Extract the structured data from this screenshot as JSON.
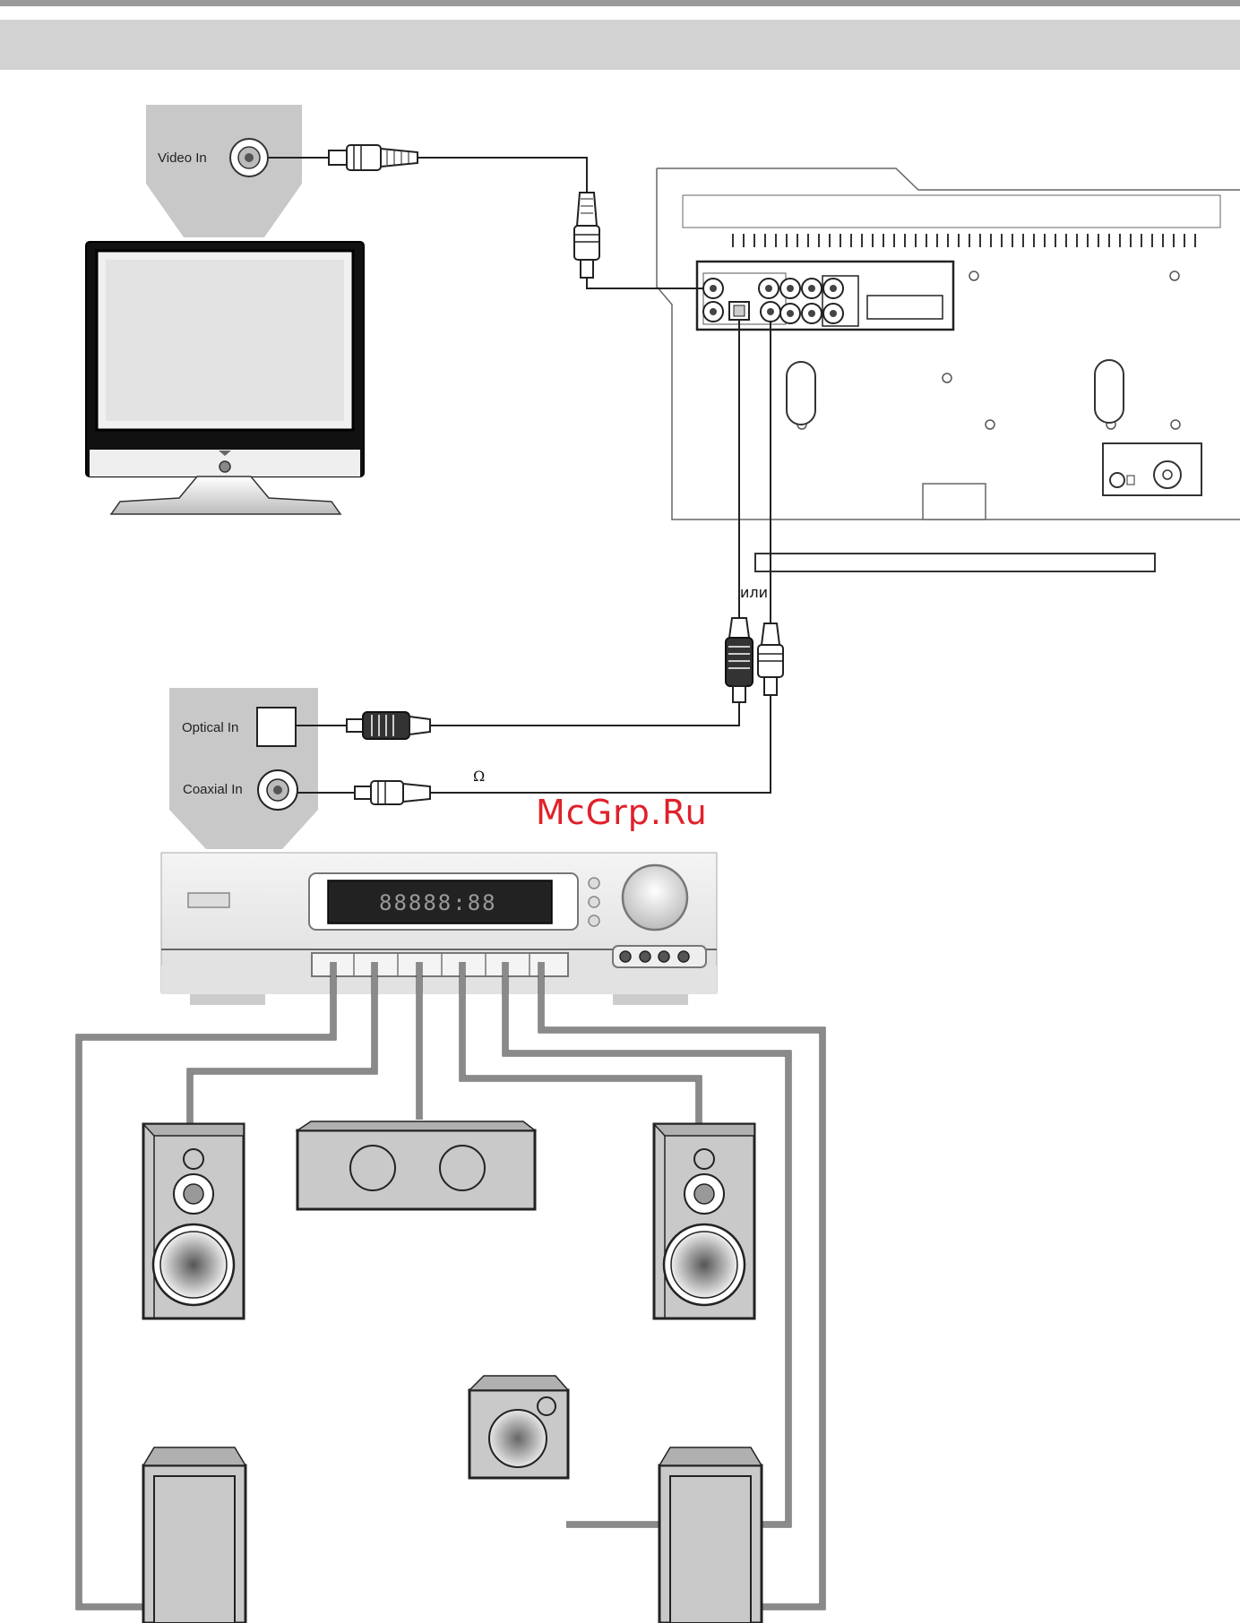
{
  "connectors": {
    "video_in": "Video In",
    "optical_in": "Optical In",
    "coaxial_in": "Coaxial In"
  },
  "labels": {
    "or": "или",
    "omega": "Ω"
  },
  "watermark": "McGrp.Ru",
  "receiver": {
    "display": "88888:88"
  },
  "colors": {
    "header_bar": "#d2d2d2",
    "top_rule": "#9a9a9a",
    "callout": "#c8c8c8",
    "speaker_fill": "#c9c9c9",
    "cable": "#8a8a8a",
    "watermark": "#e0212a"
  }
}
